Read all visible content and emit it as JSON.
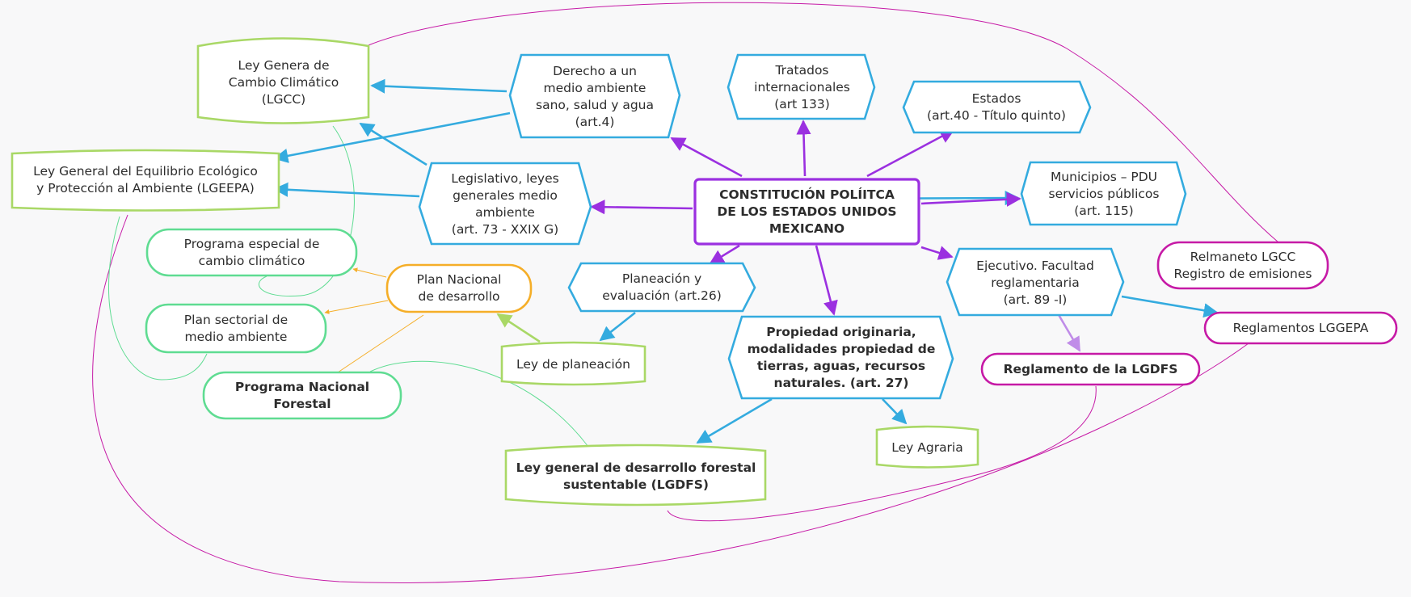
{
  "colors": {
    "blue": "#34abdf",
    "purple": "#9b30e0",
    "lime": "#a9d866",
    "green": "#5fdc92",
    "orange": "#f5ae28",
    "magenta": "#c61aa6"
  },
  "nodes": {
    "constitucion": "CONSTITUCIÓN POLÍITCA\nDE LOS ESTADOS UNIDOS\nMEXICANO",
    "derecho": "Derecho a un\nmedio ambiente\nsano, salud y agua\n(art.4)",
    "tratados": "Tratados\ninternacionales\n(art 133)",
    "estados": "Estados\n(art.40 - Título quinto)",
    "municipios": "Municipios – PDU\nservicios públicos\n(art. 115)",
    "legislativo": "Legislativo, leyes\ngenerales medio\nambiente\n(art. 73 - XXIX G)",
    "ejecutivo": "Ejecutivo. Facultad\nreglamentaria\n(art. 89 -I)",
    "planeacion": "Planeación y\nevaluación (art.26)",
    "propiedad": "Propiedad originaria,\nmodalidades propiedad de\ntierras, aguas, recursos\nnaturales. (art. 27)",
    "lgcc": "Ley Genera de\nCambio Climático\n(LGCC)",
    "lgeepa": "Ley General del Equilibrio Ecológico\ny Protección al Ambiente (LGEEPA)",
    "programa_cc": "Programa especial de\ncambio climático",
    "plan_nacional": "Plan Nacional\nde desarrollo",
    "plan_sectorial": "Plan sectorial de\nmedio ambiente",
    "programa_forestal": "Programa Nacional\nForestal",
    "ley_planeacion": "Ley de planeación",
    "ley_agraria": "Ley Agraria",
    "lgdfs": "Ley general de desarrollo forestal\nsustentable (LGDFS)",
    "reglamento_lgdfs": "Reglamento de la LGDFS",
    "reglamentos_lggepa": "Reglamentos LGGEPA",
    "relmaneto": "Relmaneto LGCC\nRegistro de emisiones"
  }
}
